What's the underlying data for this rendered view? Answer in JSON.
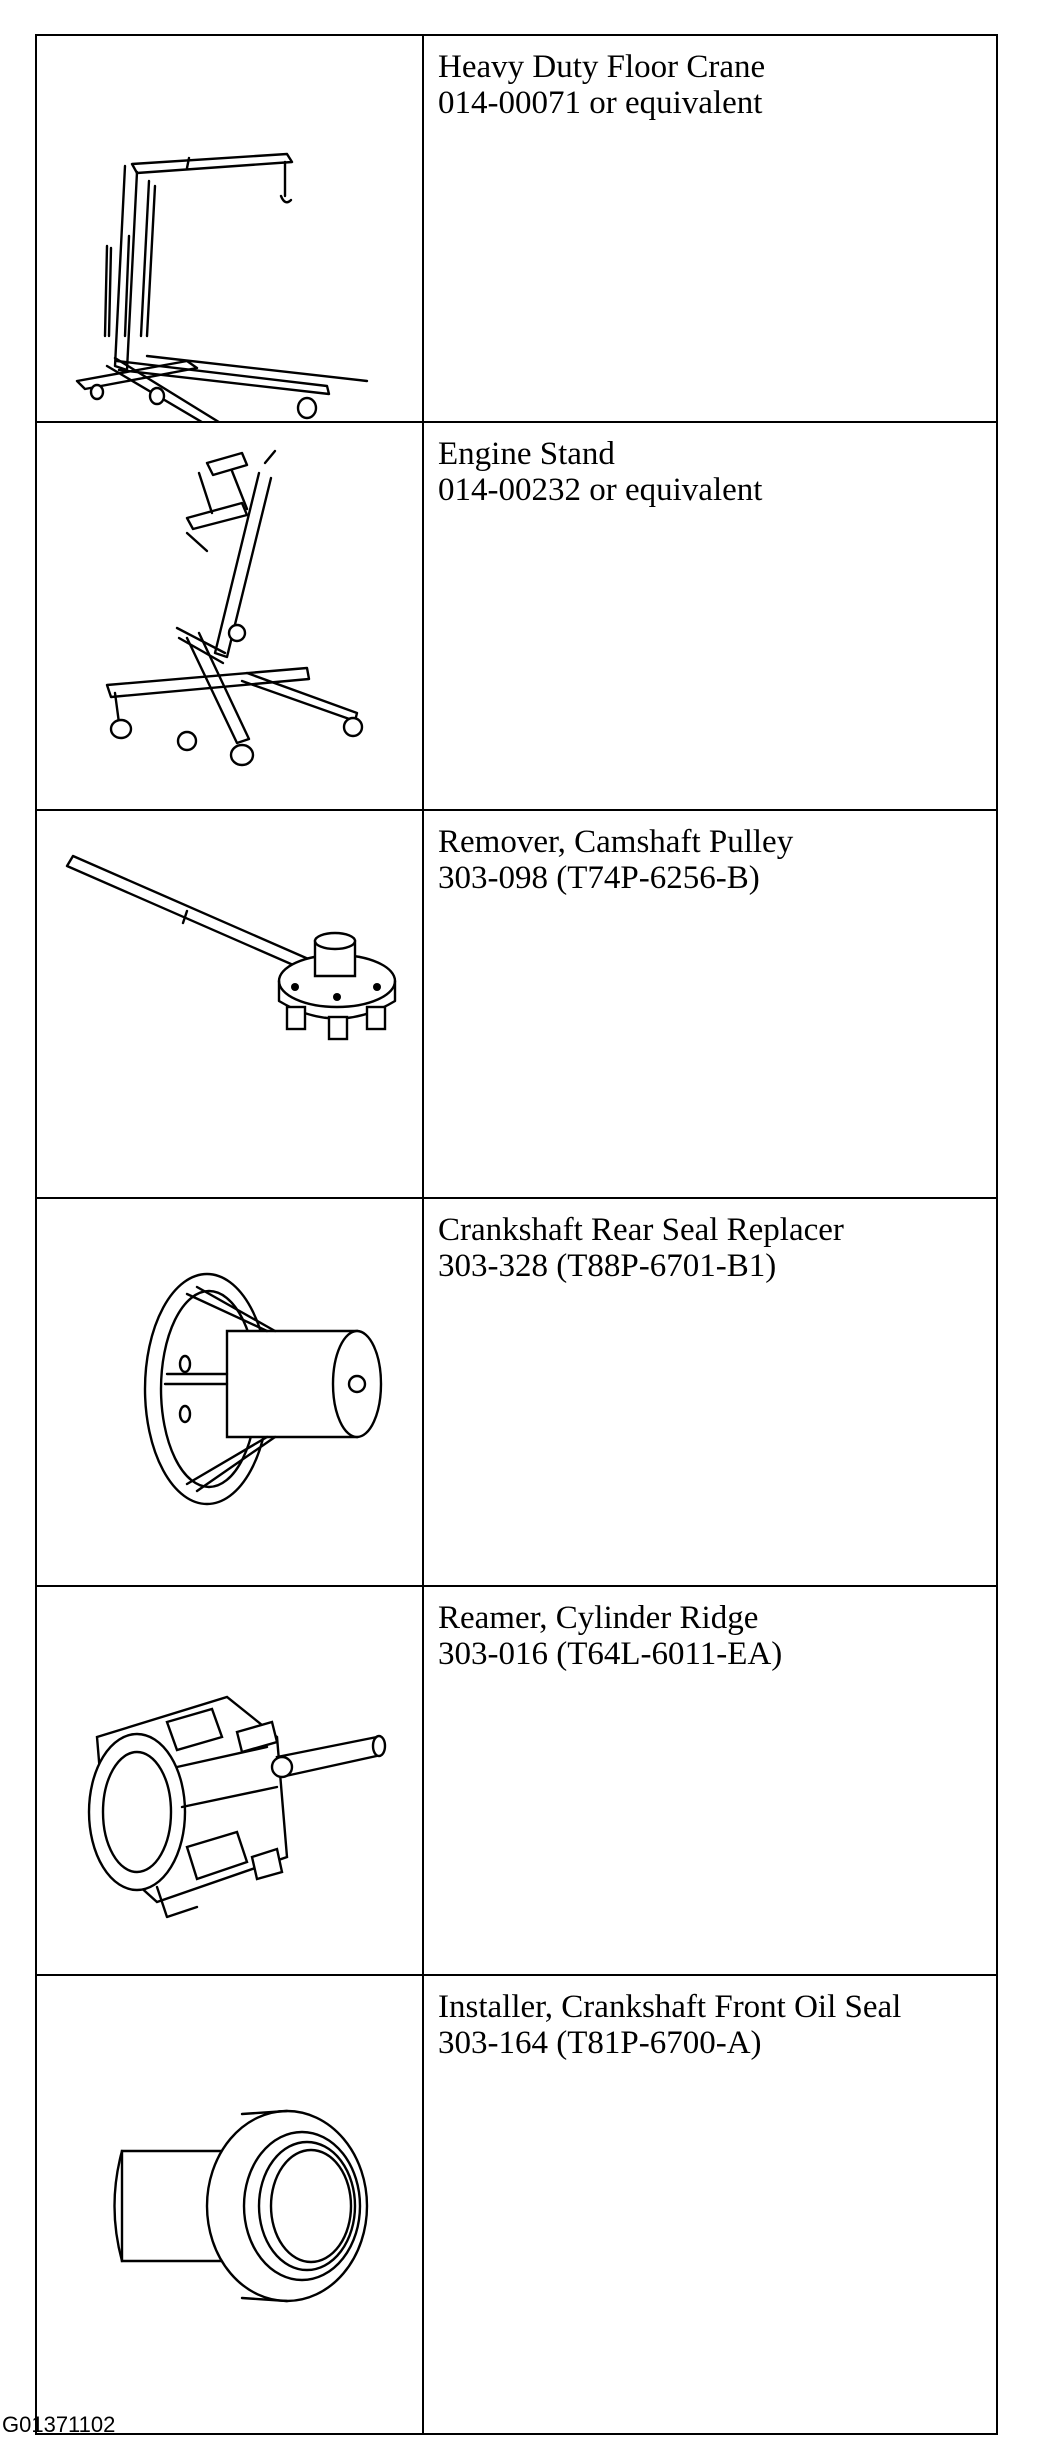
{
  "tools": [
    {
      "illustration": "floor-crane-icon",
      "name": "Heavy Duty Floor Crane",
      "part_number": "014-00071 or equivalent"
    },
    {
      "illustration": "engine-stand-icon",
      "name": "Engine Stand",
      "part_number": "014-00232 or equivalent"
    },
    {
      "illustration": "camshaft-pulley-remover-icon",
      "name": "Remover, Camshaft Pulley",
      "part_number": "303-098 (T74P-6256-B)"
    },
    {
      "illustration": "rear-seal-replacer-icon",
      "name": "Crankshaft Rear Seal Replacer",
      "part_number": "303-328 (T88P-6701-B1)"
    },
    {
      "illustration": "cylinder-ridge-reamer-icon",
      "name": "Reamer, Cylinder Ridge",
      "part_number": "303-016 (T64L-6011-EA)"
    },
    {
      "illustration": "front-oil-seal-installer-icon",
      "name": "Installer, Crankshaft Front Oil Seal",
      "part_number": "303-164 (T81P-6700-A)"
    }
  ],
  "figure_code": "G01371102"
}
